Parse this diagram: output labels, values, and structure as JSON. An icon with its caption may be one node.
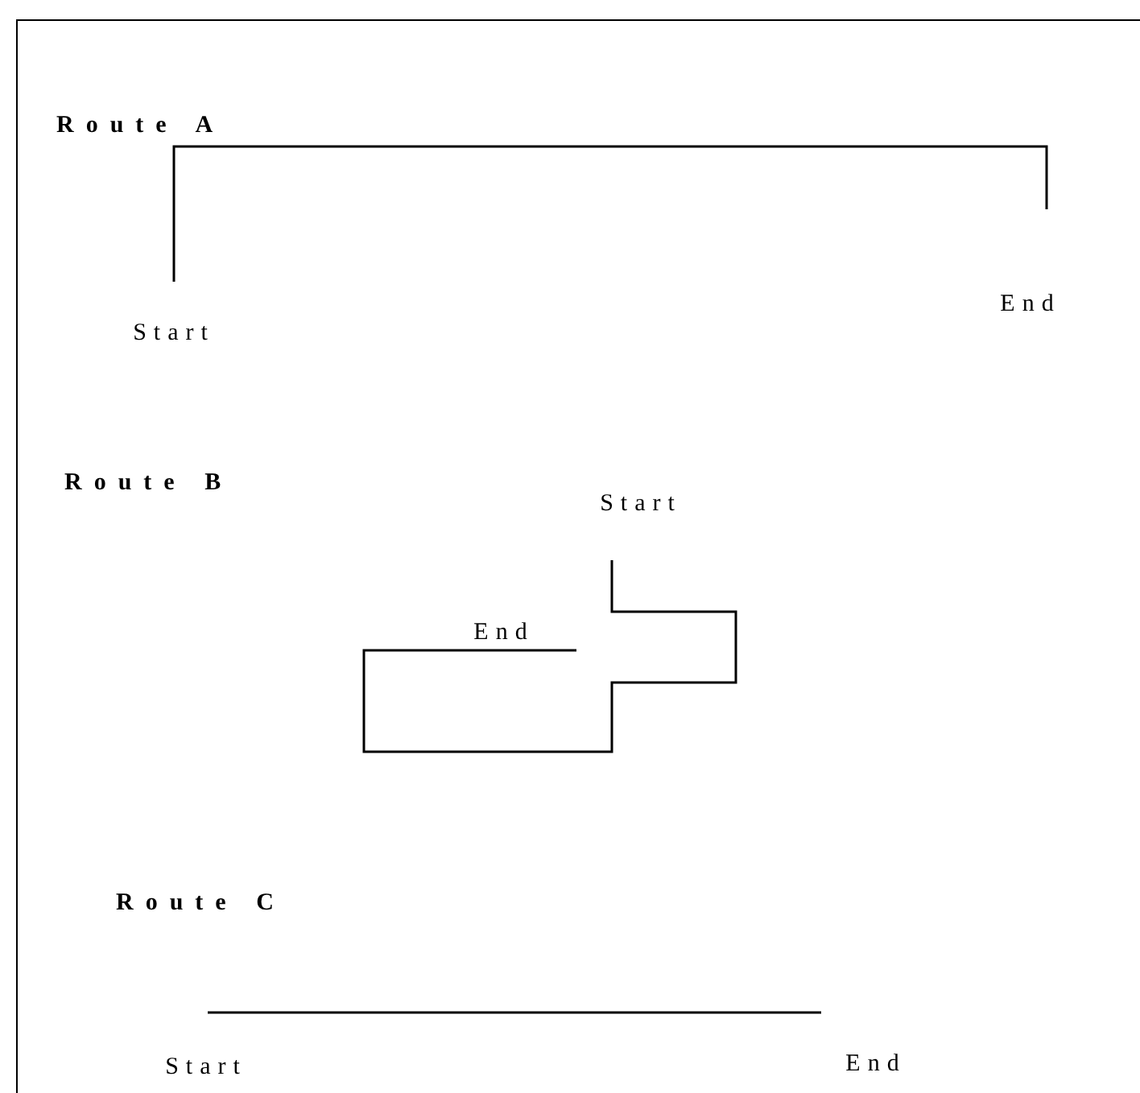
{
  "diagram": {
    "nodes": [
      {
        "text": [
          "Start"
        ]
      },
      {
        "text": [
          "End"
        ]
      },
      {
        "text": [
          "Start"
        ]
      },
      {
        "text": [
          "End"
        ]
      },
      {
        "text": [
          "Start"
        ]
      },
      {
        "text": [
          "End"
        ]
      }
    ],
    "edges": [
      {
        "from": 0,
        "to": 1,
        "arrow": "none"
      },
      {
        "from": 2,
        "to": 3,
        "arrow": "none"
      },
      {
        "from": 4,
        "to": 5,
        "arrow": "none"
      }
    ],
    "labels": [
      "Route A",
      "Route B",
      "Route C"
    ]
  }
}
